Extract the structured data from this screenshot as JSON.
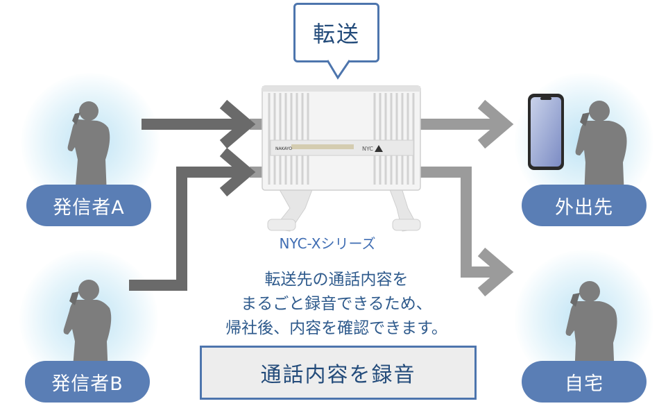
{
  "labels": {
    "caller_a": "発信者A",
    "caller_b": "発信者B",
    "remote": "外出先",
    "home": "自宅",
    "transfer_bubble": "転送",
    "model": "NYC-Xシリーズ",
    "device_brand": "NAKAYO",
    "device_model": "NYC"
  },
  "description": {
    "line1": "転送先の通話内容を",
    "line2": "まるごと録音できるため、",
    "line3": "帰社後、内容を確認できます。"
  },
  "record_box": "通話内容を録音",
  "colors": {
    "pill": "#5a7eb5",
    "dark_arrow": "#6a6a6a",
    "light_arrow": "#9b9b9b",
    "text_blue": "#2e5a8c",
    "border_blue": "#4d75ad"
  }
}
